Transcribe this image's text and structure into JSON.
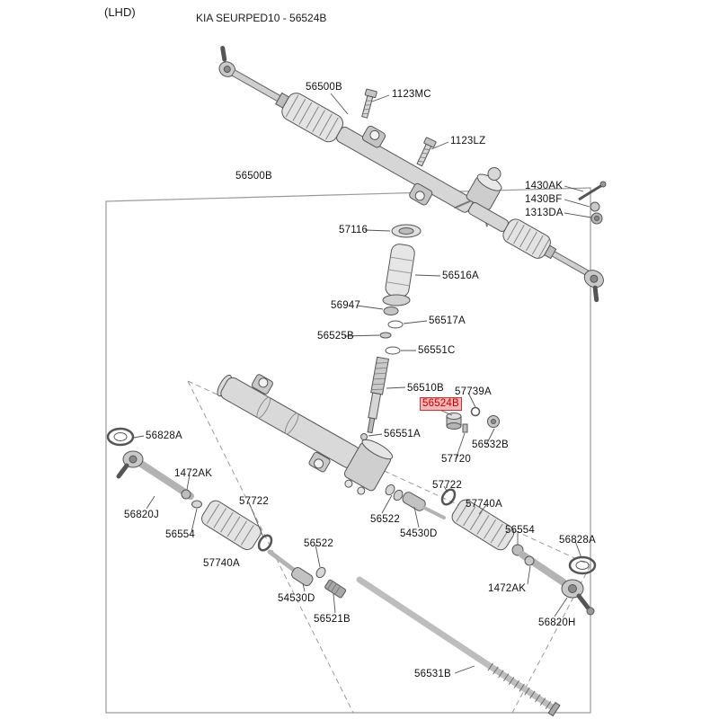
{
  "page": {
    "corner_note": "(LHD)",
    "title": "KIA SEURPED10 - 56524B",
    "background": "#ffffff"
  },
  "highlighted_part": {
    "text": "56524B",
    "text_color": "#c00000",
    "background": "#f6b6b6",
    "border": "#cc3333"
  },
  "labels": [
    {
      "id": "56500B-assembly",
      "text": "56500B"
    },
    {
      "id": "1123MC",
      "text": "1123MC"
    },
    {
      "id": "1123LZ",
      "text": "1123LZ"
    },
    {
      "id": "1430AK",
      "text": "1430AK"
    },
    {
      "id": "1430BF",
      "text": "1430BF"
    },
    {
      "id": "1313DA",
      "text": "1313DA"
    },
    {
      "id": "56500B-box",
      "text": "56500B"
    },
    {
      "id": "57116",
      "text": "57116"
    },
    {
      "id": "56516A",
      "text": "56516A"
    },
    {
      "id": "56947",
      "text": "56947"
    },
    {
      "id": "56517A",
      "text": "56517A"
    },
    {
      "id": "56525B",
      "text": "56525B"
    },
    {
      "id": "56551C",
      "text": "56551C"
    },
    {
      "id": "56510B",
      "text": "56510B"
    },
    {
      "id": "57739A",
      "text": "57739A"
    },
    {
      "id": "56524B",
      "text": "56524B",
      "highlighted": true
    },
    {
      "id": "56551A",
      "text": "56551A"
    },
    {
      "id": "56532B",
      "text": "56532B"
    },
    {
      "id": "57720",
      "text": "57720"
    },
    {
      "id": "56828A-left",
      "text": "56828A"
    },
    {
      "id": "1472AK-left",
      "text": "1472AK"
    },
    {
      "id": "57722-left",
      "text": "57722"
    },
    {
      "id": "56820J",
      "text": "56820J"
    },
    {
      "id": "56554-left",
      "text": "56554"
    },
    {
      "id": "57740A-left",
      "text": "57740A"
    },
    {
      "id": "56522-center",
      "text": "56522"
    },
    {
      "id": "54530D-center",
      "text": "54530D"
    },
    {
      "id": "57722-right",
      "text": "57722"
    },
    {
      "id": "57740A-right",
      "text": "57740A"
    },
    {
      "id": "56554-right",
      "text": "56554"
    },
    {
      "id": "56828A-right",
      "text": "56828A"
    },
    {
      "id": "56522-left",
      "text": "56522"
    },
    {
      "id": "1472AK-right",
      "text": "1472AK"
    },
    {
      "id": "54530D-left",
      "text": "54530D"
    },
    {
      "id": "56521B",
      "text": "56521B"
    },
    {
      "id": "56820H",
      "text": "56820H"
    },
    {
      "id": "56531B",
      "text": "56531B"
    }
  ]
}
